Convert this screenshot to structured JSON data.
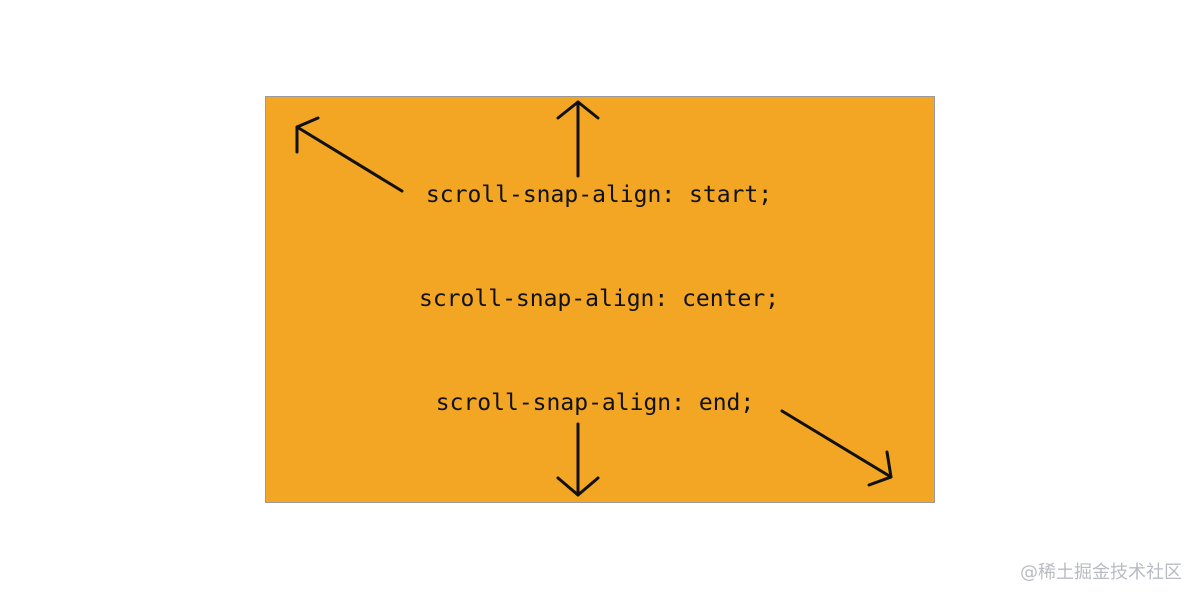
{
  "colors": {
    "box_fill": "#f2a623",
    "box_border": "#9a9a9a",
    "arrow": "#111111",
    "text": "#111111",
    "watermark": "#b8bcc2"
  },
  "labels": {
    "start": "scroll-snap-align: start;",
    "center": "scroll-snap-align: center;",
    "end": "scroll-snap-align: end;"
  },
  "arrows": [
    {
      "name": "arrow-up-left",
      "icon": "arrow-up-left-icon"
    },
    {
      "name": "arrow-up",
      "icon": "arrow-up-icon"
    },
    {
      "name": "arrow-down",
      "icon": "arrow-down-icon"
    },
    {
      "name": "arrow-down-right",
      "icon": "arrow-down-right-icon"
    }
  ],
  "watermark": "@稀土掘金技术社区"
}
